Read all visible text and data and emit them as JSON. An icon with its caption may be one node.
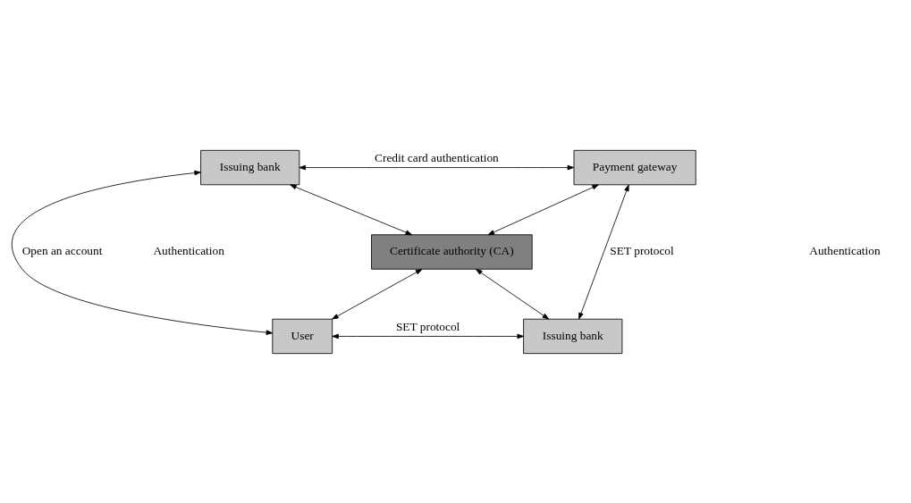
{
  "diagram": {
    "nodes": [
      {
        "text": [
          "Issuing bank"
        ]
      },
      {
        "text": [
          "Payment gateway"
        ]
      },
      {
        "text": [
          "Certificate authority (CA)"
        ]
      },
      {
        "text": [
          "User"
        ]
      },
      {
        "text": [
          "Issuing bank"
        ]
      }
    ],
    "edges": [
      {
        "from": 0,
        "to": 1,
        "arrow": "both",
        "label": "Credit card authentication"
      },
      {
        "from": 0,
        "to": 3,
        "arrow": "both",
        "label": "Open an account"
      },
      {
        "from": 1,
        "to": 4,
        "arrow": "both",
        "label": "SET protocol"
      },
      {
        "from": 0,
        "to": 2,
        "arrow": "both"
      },
      {
        "from": 1,
        "to": 2,
        "arrow": "both"
      },
      {
        "from": 3,
        "to": 2,
        "arrow": "both"
      },
      {
        "from": 4,
        "to": 2,
        "arrow": "both"
      },
      {
        "from": 3,
        "to": 4,
        "arrow": "both",
        "label": "SET protocol"
      }
    ],
    "labels": [
      "Authentication",
      "Authentication"
    ]
  }
}
